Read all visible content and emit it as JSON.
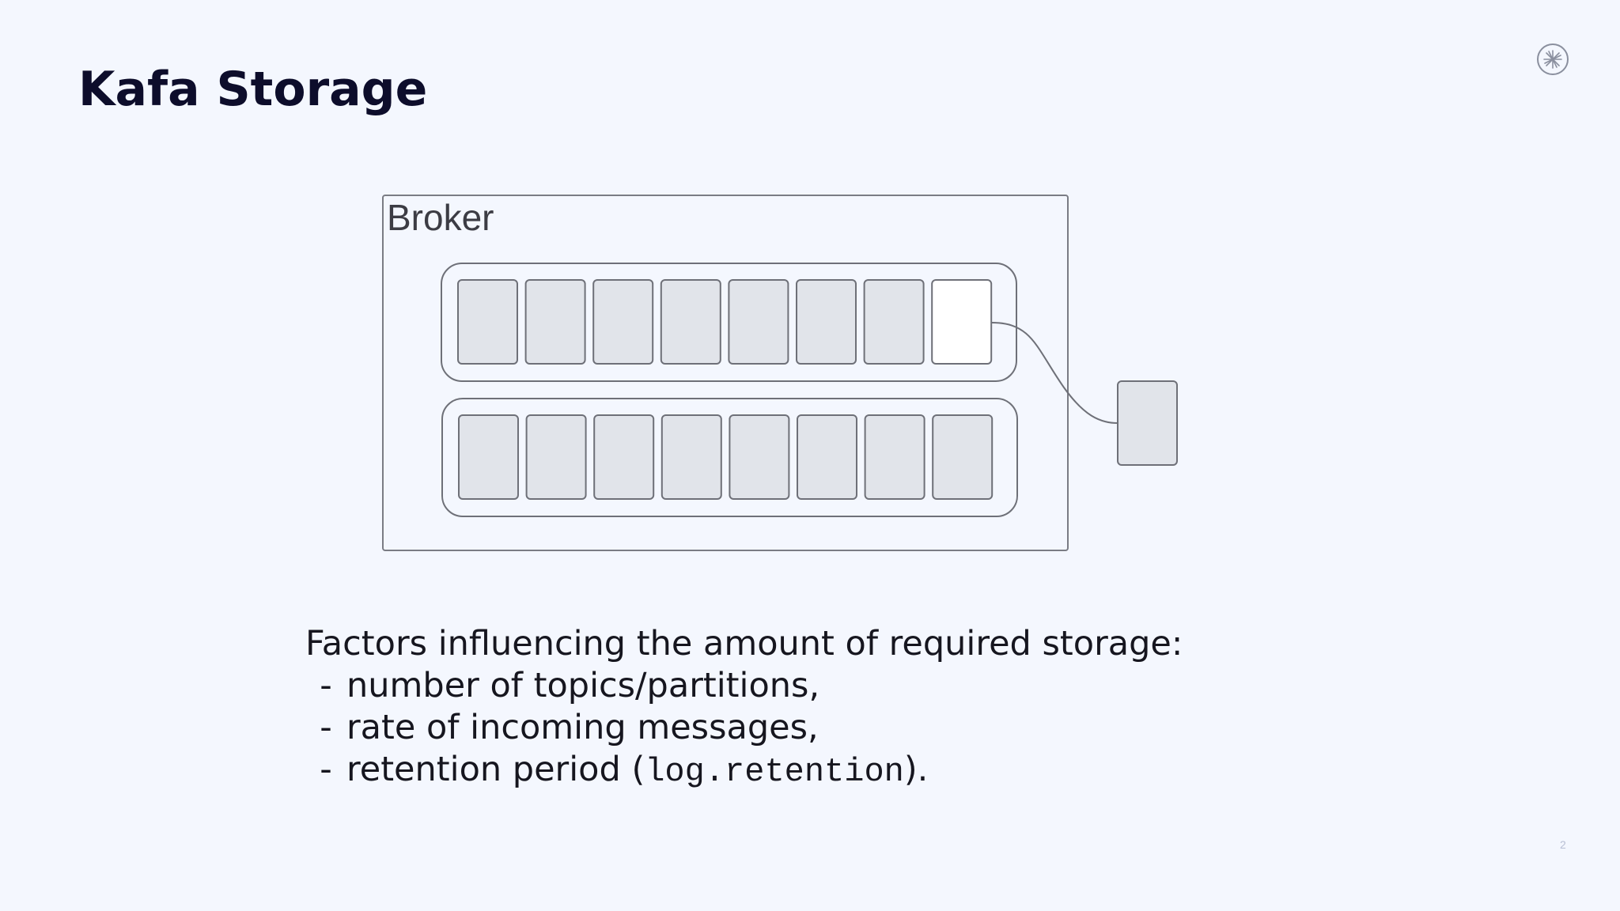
{
  "slide": {
    "title": "Kafa Storage",
    "page_number": "2"
  },
  "diagram": {
    "broker_label": "Broker",
    "partition_rows": [
      {
        "segments": 8,
        "highlighted_segment": 8
      },
      {
        "segments": 8
      }
    ],
    "external_segment": true
  },
  "content": {
    "intro": "Factors influencing the amount of required storage:",
    "bullets": [
      {
        "dash": "-",
        "text": "number of topics/partitions,"
      },
      {
        "dash": "-",
        "text": "rate of incoming messages,"
      },
      {
        "dash": "-",
        "text_before": "retention period (",
        "code": "log.retention",
        "text_after": ")."
      }
    ]
  },
  "colors": {
    "background": "#f4f7fe",
    "segment_fill": "#e1e4ea",
    "segment_highlight": "#ffffff",
    "stroke": "#6e7078",
    "title": "#0d0d2b"
  },
  "icons": {
    "logo": "confluent-logo-icon"
  }
}
